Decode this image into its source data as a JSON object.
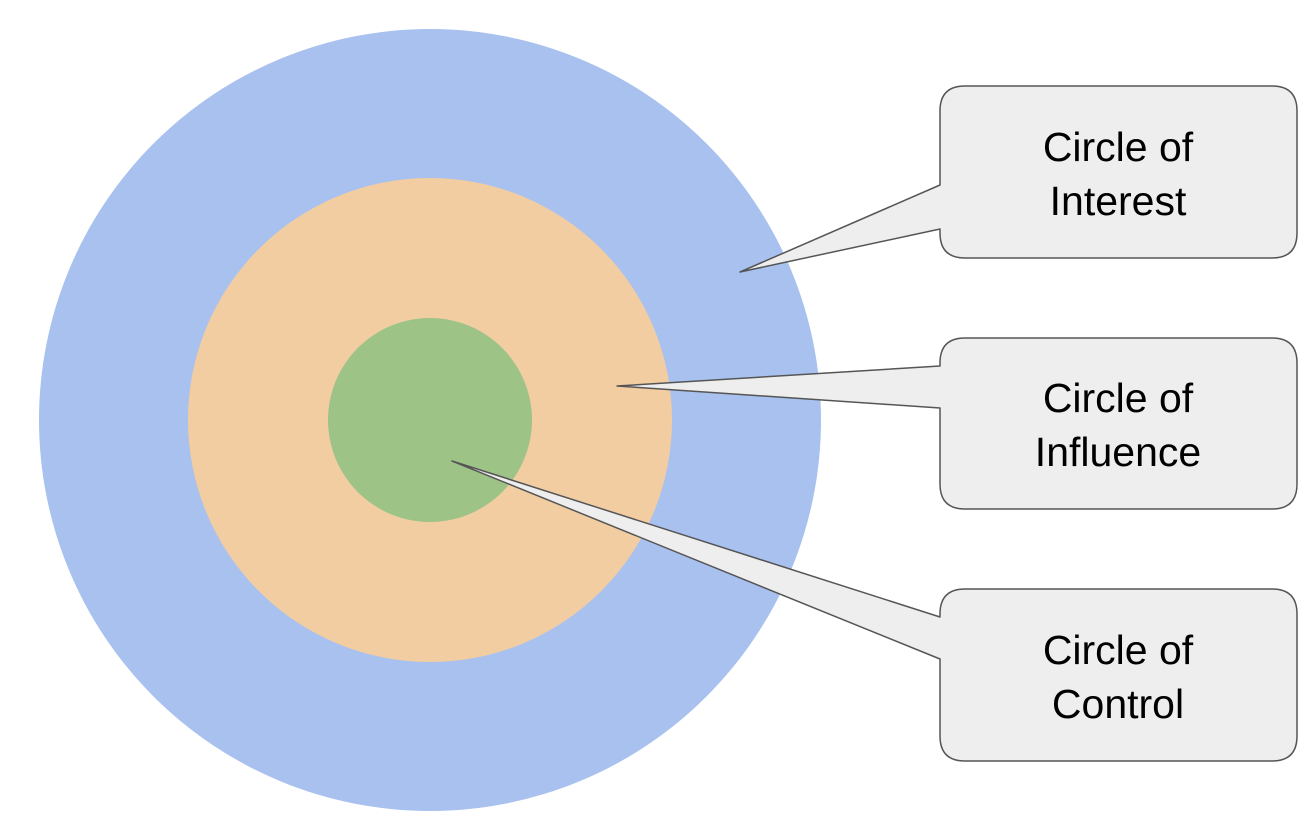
{
  "colors": {
    "interest_circle": "#a9c1ef",
    "influence_circle": "#f2cda2",
    "control_circle": "#9ec386",
    "callout_fill": "#eeeeee",
    "callout_stroke": "#555555",
    "label_text": "#000000"
  },
  "circles": [
    {
      "id": "interest",
      "label_line1": "Circle of",
      "label_line2": "Interest"
    },
    {
      "id": "influence",
      "label_line1": "Circle of",
      "label_line2": "Influence"
    },
    {
      "id": "control",
      "label_line1": "Circle of",
      "label_line2": "Control"
    }
  ]
}
